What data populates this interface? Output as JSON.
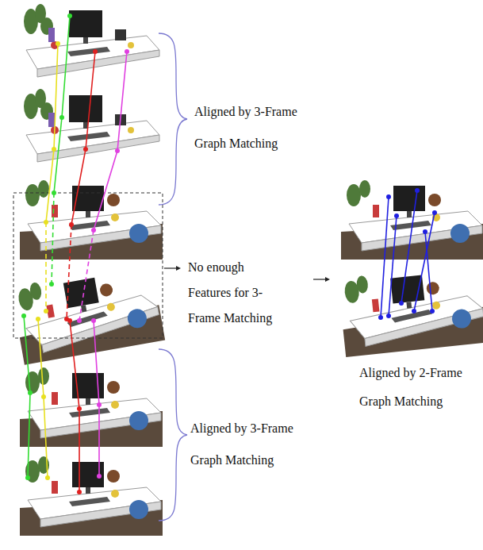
{
  "diagram": {
    "labels": [
      "Aligned by 3-Frame Graph Matching",
      "No enough Features for 3-Frame Matching",
      "Aligned by 3-Frame Graph Matching",
      "Aligned by 2-Frame Graph Matching"
    ]
  }
}
